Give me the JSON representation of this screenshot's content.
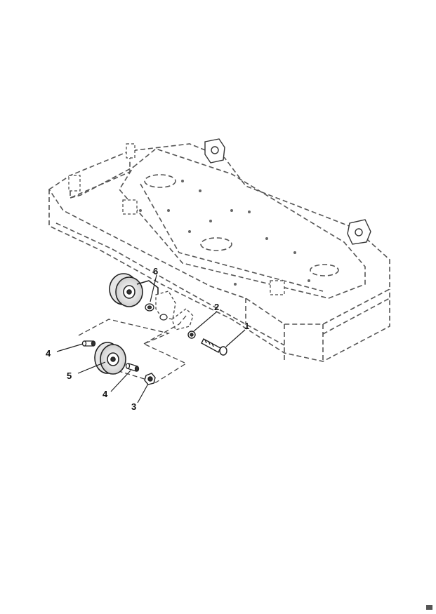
{
  "callouts": [
    {
      "id": "c1",
      "text": "1"
    },
    {
      "id": "c2",
      "text": "2"
    },
    {
      "id": "c3",
      "text": "3"
    },
    {
      "id": "c4a",
      "text": "4"
    },
    {
      "id": "c4b",
      "text": "4"
    },
    {
      "id": "c5",
      "text": "5"
    },
    {
      "id": "c6",
      "text": "6"
    }
  ],
  "colors": {
    "line": "#222222",
    "dash": "#555555",
    "background": "#ffffff"
  }
}
